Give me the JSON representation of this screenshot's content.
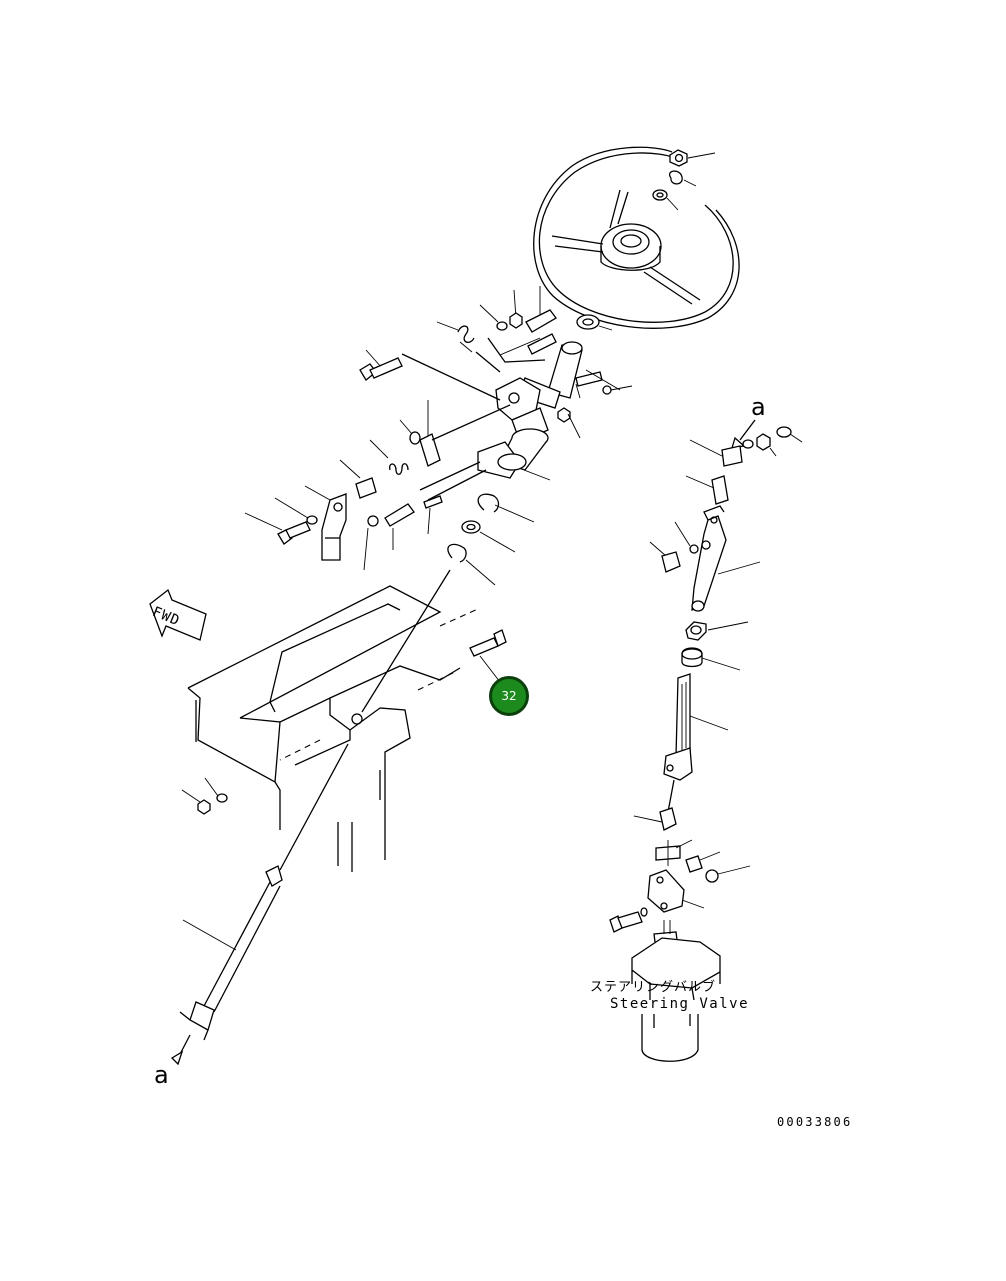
{
  "diagram": {
    "labels": {
      "steering_valve_jp": "ステアリングバルブ",
      "steering_valve_en": "Steering Valve",
      "reference_top": "a",
      "reference_bottom": "a",
      "forward_indicator": "FWD",
      "drawing_number": "00033806"
    },
    "callouts": [
      {
        "number": "32",
        "color": "#1c8a1c"
      }
    ]
  }
}
